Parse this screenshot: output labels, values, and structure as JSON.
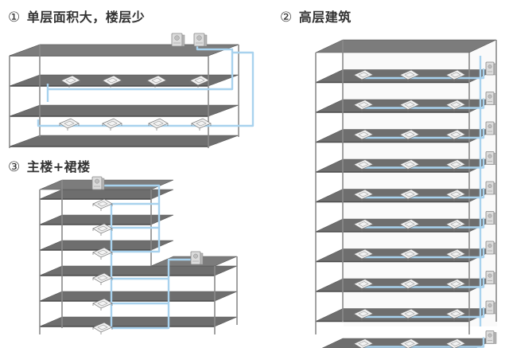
{
  "labels": {
    "scenario_1": {
      "number": "①",
      "text": "单层面积大，楼层少"
    },
    "scenario_2": {
      "number": "②",
      "text": "高层建筑"
    },
    "scenario_3": {
      "number": "③",
      "text": "主楼+裙楼"
    }
  },
  "colors": {
    "floor_slab": "#6e6e6e",
    "floor_slab_top": "#7c7c7c",
    "column": "#8a8a8a",
    "refrigerant_pipe": "#a8d2ee",
    "indoor_unit": "#f2f2f2",
    "outdoor_unit": "#dcdcdc",
    "background": "#ffffff"
  },
  "icons": {
    "indoor_unit": "ceiling-cassette-ac-icon",
    "outdoor_unit": "vrf-outdoor-unit-icon"
  }
}
